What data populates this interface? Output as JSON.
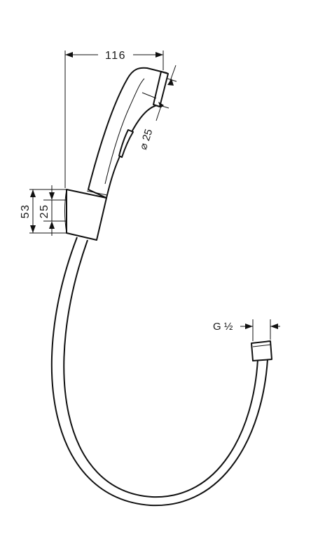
{
  "drawing": {
    "dimensions": {
      "handle_length": "116",
      "nozzle_diameter": "⌀ 25",
      "holder_height": "53",
      "holder_width": "25",
      "connection_thread": "G ½"
    }
  }
}
